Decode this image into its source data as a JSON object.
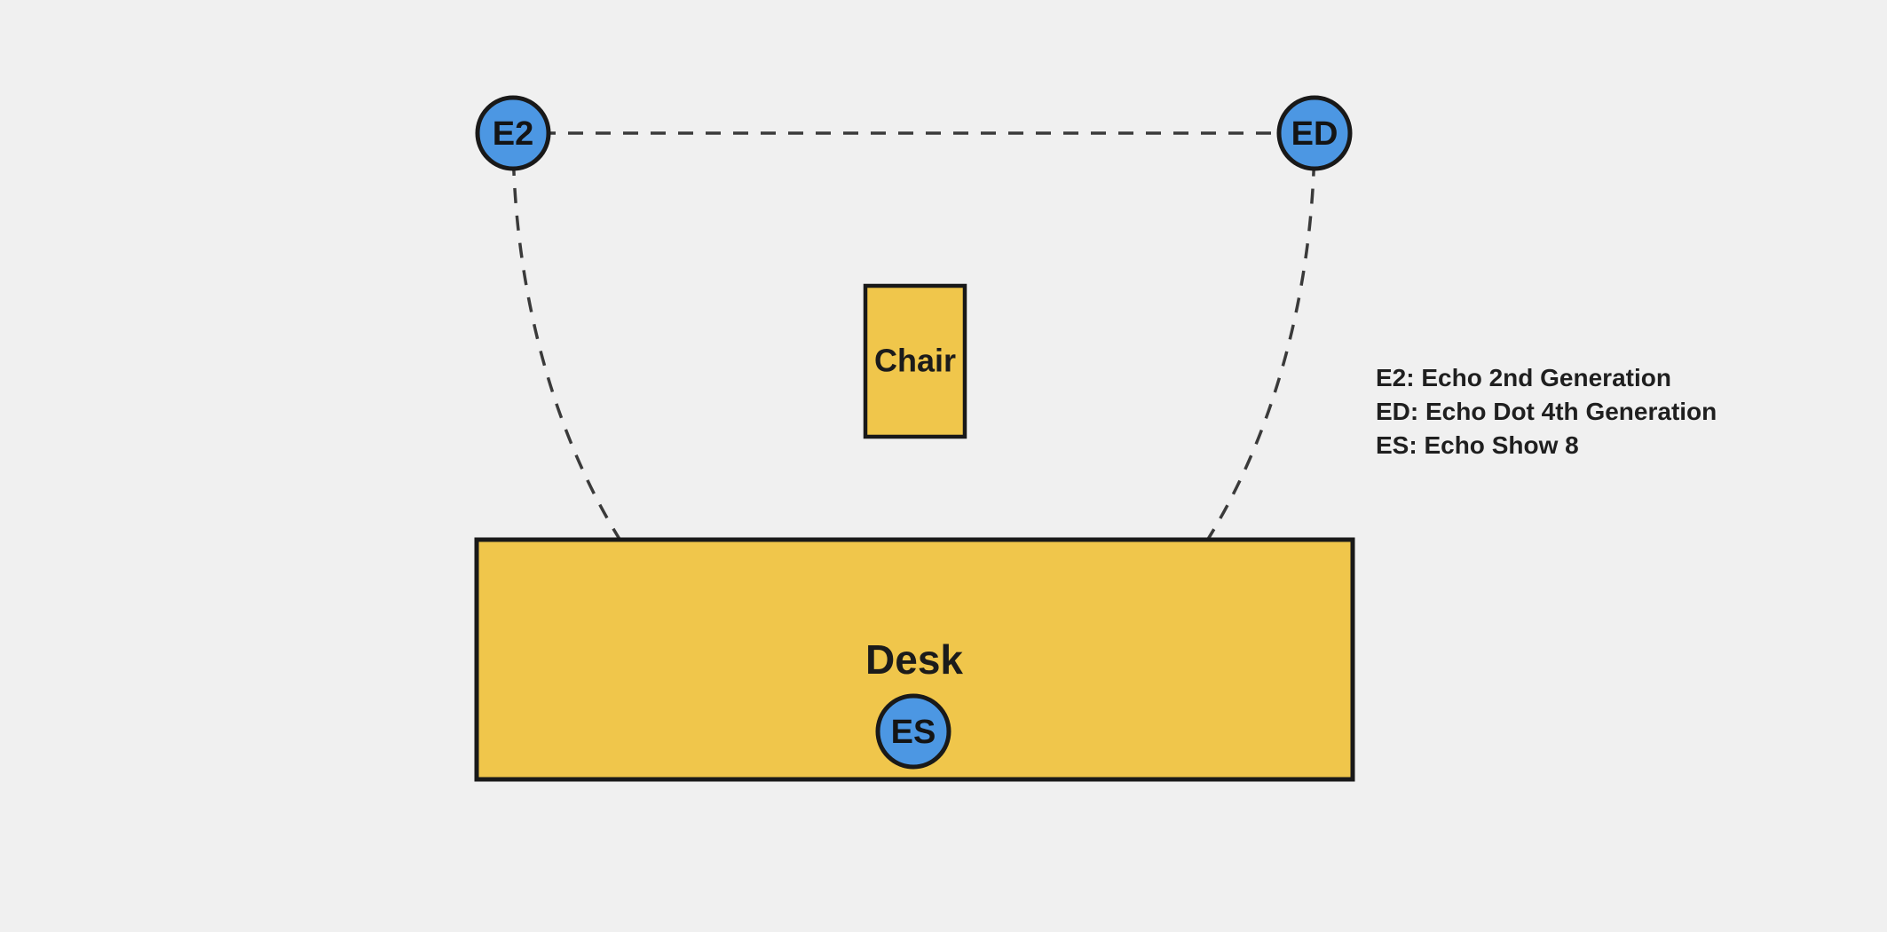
{
  "colors": {
    "background": "#f0f0f0",
    "device_fill": "#4c97e3",
    "furniture_fill": "#f0c64b",
    "outline": "#191919",
    "dash": "#3a3a3a",
    "text": "#1f1f1f"
  },
  "devices": {
    "e2": {
      "label": "E2"
    },
    "ed": {
      "label": "ED"
    },
    "es": {
      "label": "ES"
    }
  },
  "furniture": {
    "chair": {
      "label": "Chair"
    },
    "desk": {
      "label": "Desk"
    }
  },
  "legend": {
    "items": [
      "E2: Echo 2nd Generation",
      "ED: Echo Dot 4th Generation",
      "ES: Echo Show 8"
    ]
  }
}
